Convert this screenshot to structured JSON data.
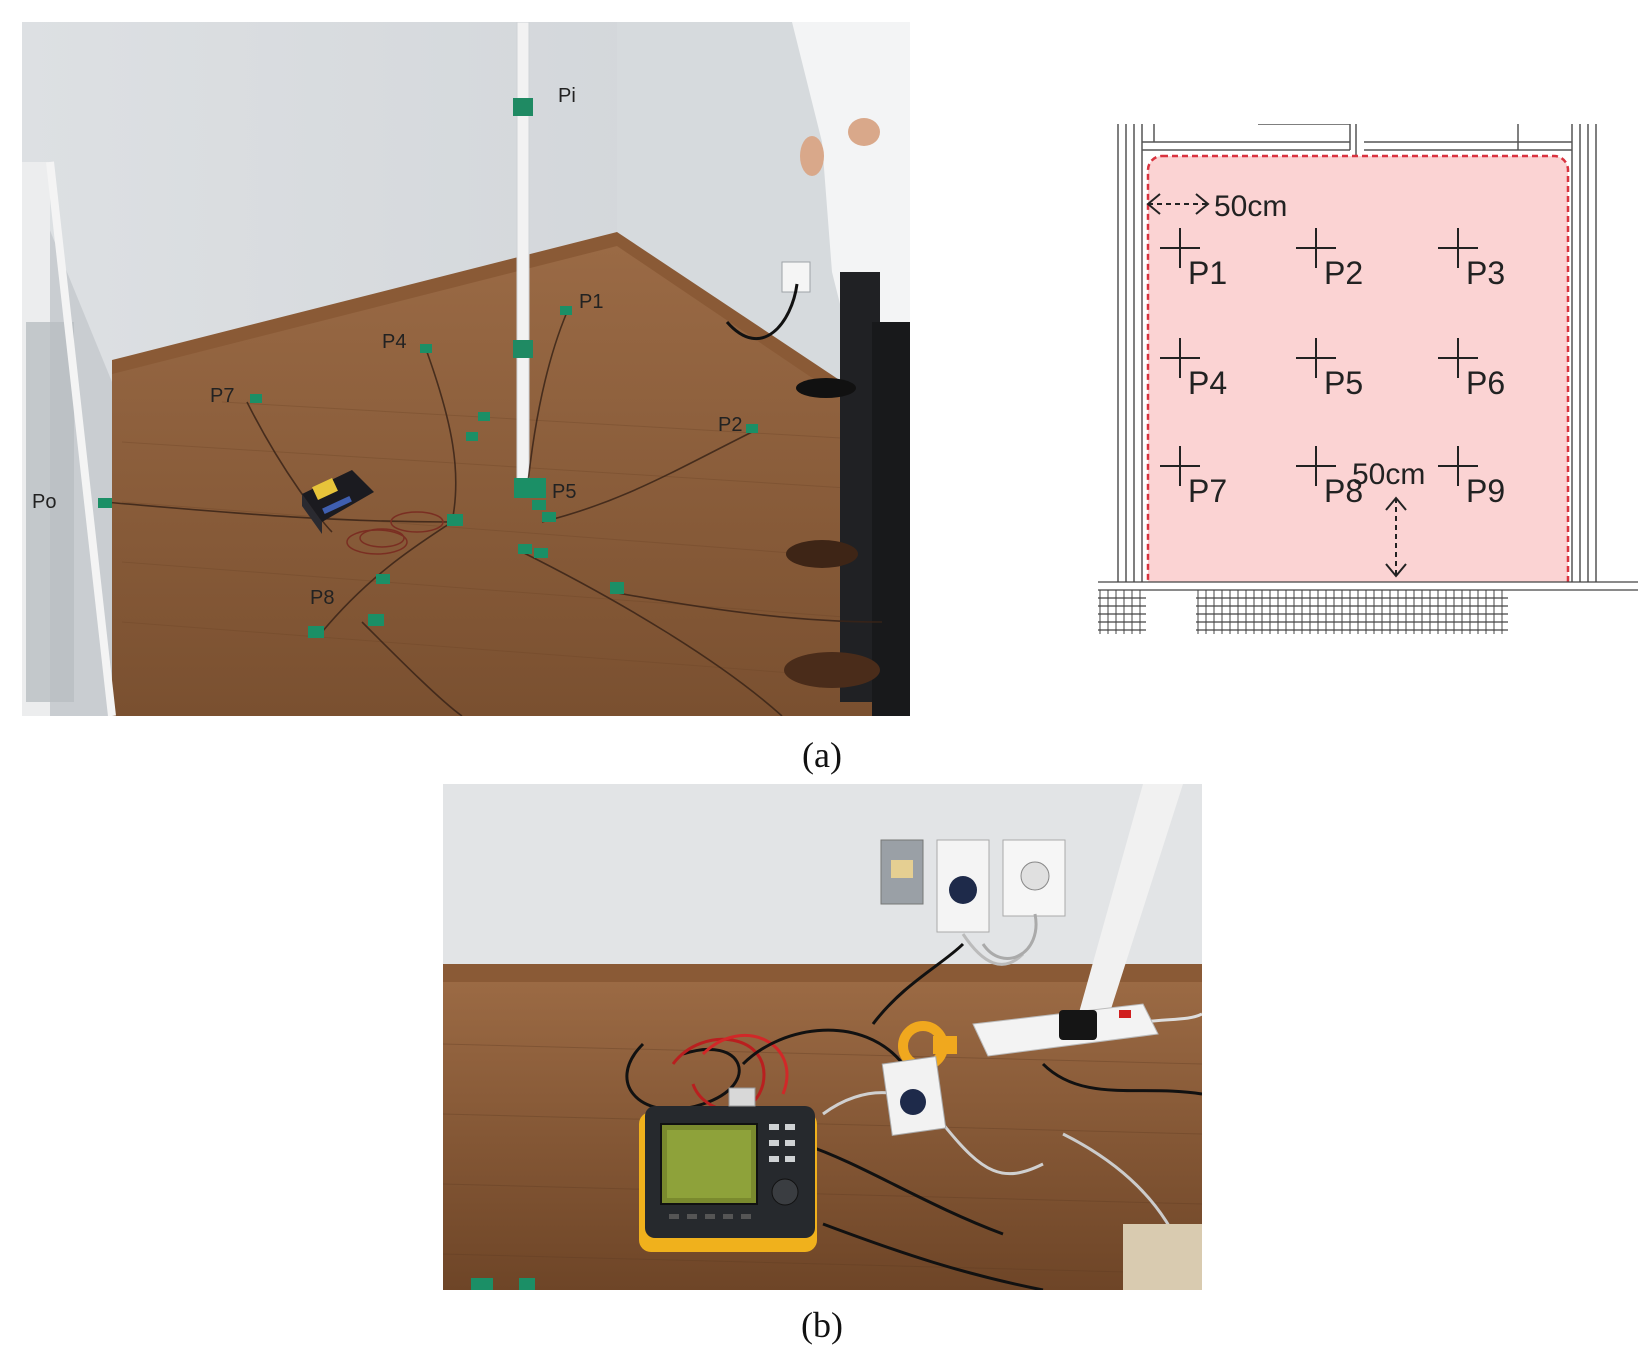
{
  "figure": {
    "caption_a": "(a)",
    "caption_b": "(b)"
  },
  "photo_a": {
    "labels": {
      "pi": "Pi",
      "po": "Po",
      "p1": "P1",
      "p2": "P2",
      "p4": "P4",
      "p5": "P5",
      "p7": "P7",
      "p8": "P8"
    }
  },
  "plan": {
    "dim_side": "50cm",
    "dim_bottom": "50cm",
    "points": [
      "P1",
      "P2",
      "P3",
      "P4",
      "P5",
      "P6",
      "P7",
      "P8",
      "P9"
    ],
    "zone_color": "#fbd3d3",
    "zone_border_color": "#d9333f"
  }
}
